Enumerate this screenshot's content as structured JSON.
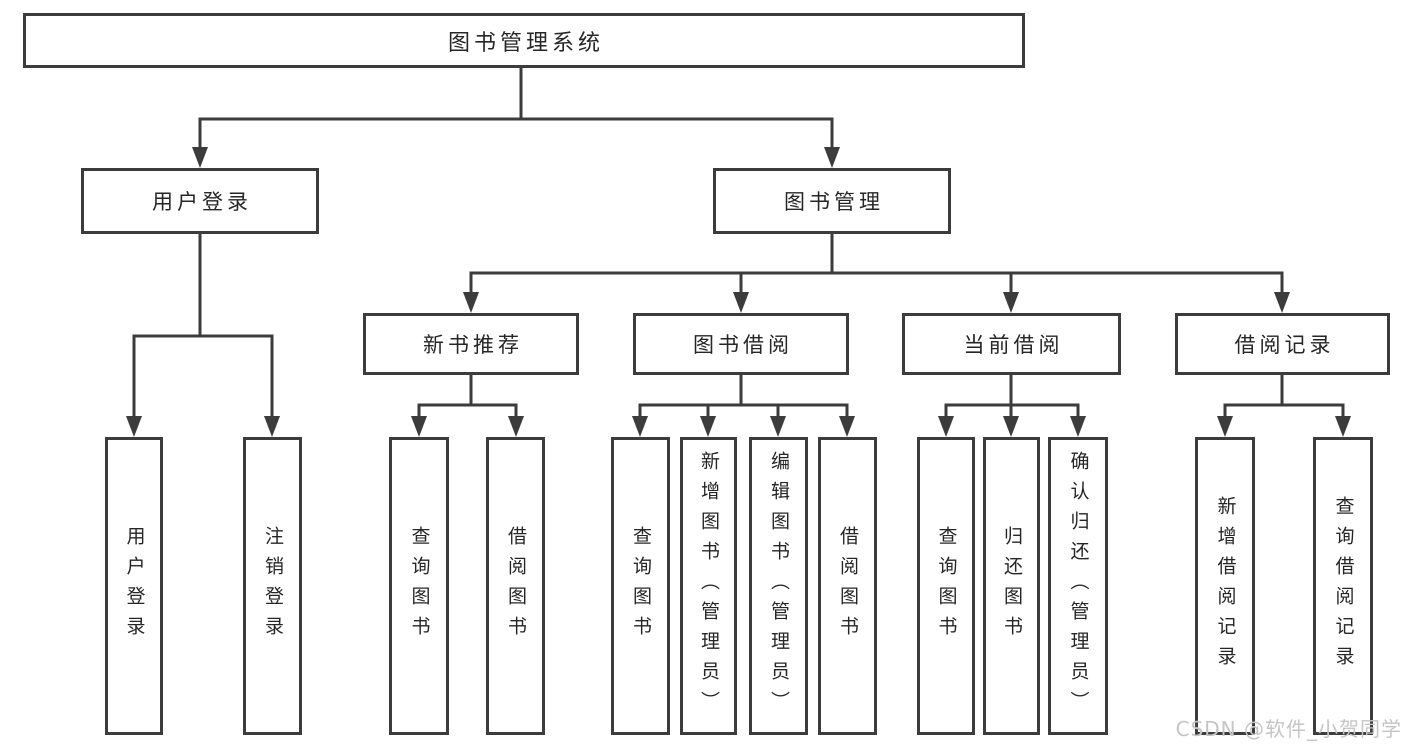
{
  "diagram": {
    "type": "hierarchy-tree",
    "tree": {
      "label": "图书管理系统",
      "children": [
        {
          "label": "用户登录",
          "children": [
            {
              "label": "用户登录"
            },
            {
              "label": "注销登录"
            }
          ]
        },
        {
          "label": "图书管理",
          "children": [
            {
              "label": "新书推荐",
              "children": [
                {
                  "label": "查询图书"
                },
                {
                  "label": "借阅图书"
                }
              ]
            },
            {
              "label": "图书借阅",
              "children": [
                {
                  "label": "查询图书"
                },
                {
                  "label": "新增图书（管理员）"
                },
                {
                  "label": "编辑图书（管理员）"
                },
                {
                  "label": "借阅图书"
                }
              ]
            },
            {
              "label": "当前借阅",
              "children": [
                {
                  "label": "查询图书"
                },
                {
                  "label": "归还图书"
                },
                {
                  "label": "确认归还（管理员）"
                }
              ]
            },
            {
              "label": "借阅记录",
              "children": [
                {
                  "label": "新增借阅记录"
                },
                {
                  "label": "查询借阅记录"
                }
              ]
            }
          ]
        }
      ]
    }
  },
  "watermark": {
    "text": "CSDN @软件_小贺同学"
  },
  "colors": {
    "line": "#3c3c3c",
    "box_border": "#3c3c3c",
    "text": "#262626",
    "watermark": "#c5c5c5",
    "background": "#ffffff"
  }
}
